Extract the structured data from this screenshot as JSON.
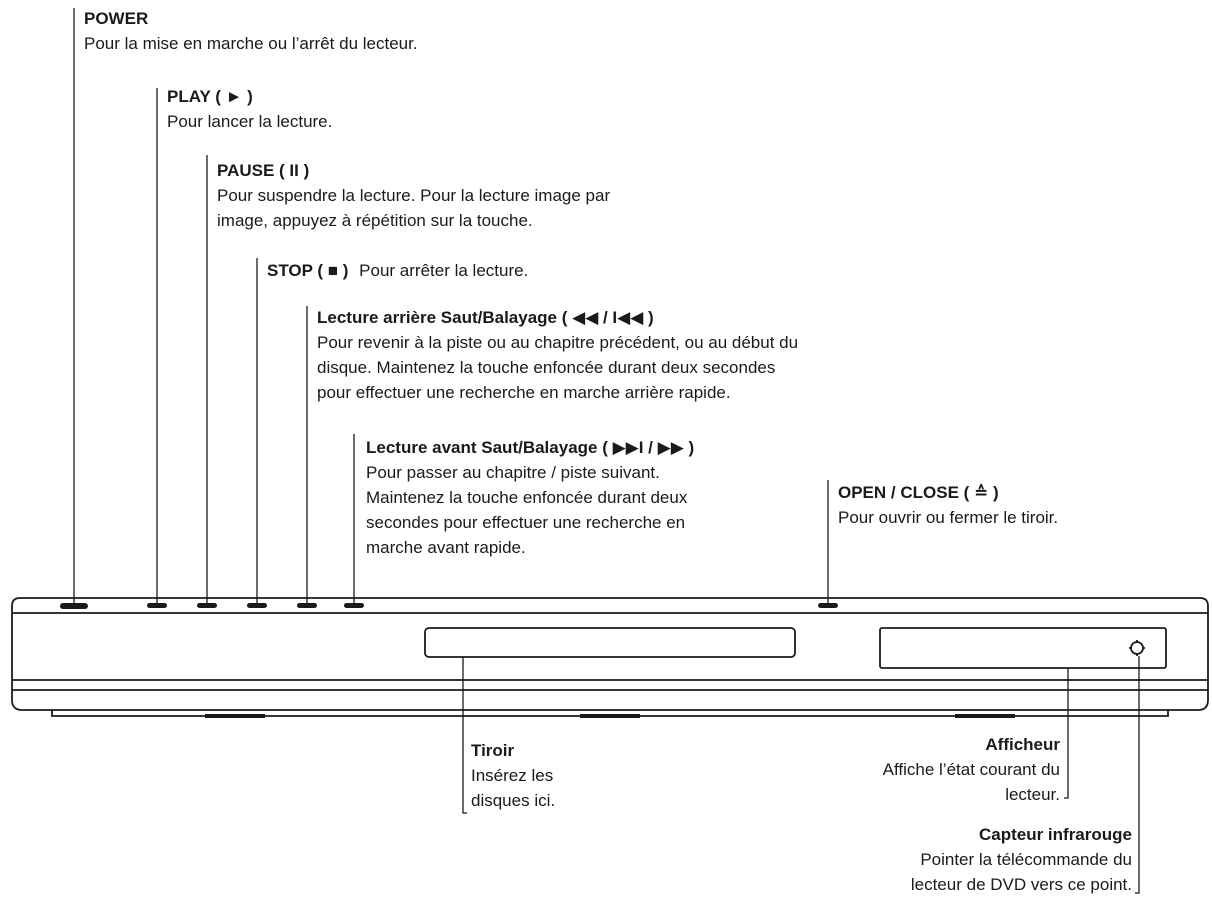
{
  "callouts": {
    "power": {
      "title": "POWER",
      "desc": "Pour la mise en marche ou l’arrêt du lecteur."
    },
    "play": {
      "title": "PLAY ( ► )",
      "desc": "Pour lancer la lecture."
    },
    "pause": {
      "title": "PAUSE ( II )",
      "desc_1": "Pour suspendre la lecture. Pour la lecture image par",
      "desc_2": "image, appuyez à répétition sur la touche."
    },
    "stop": {
      "title": "STOP ( ■ )",
      "desc": "Pour arrêter la lecture."
    },
    "rew": {
      "title": "Lecture arrière Saut/Balayage ( ◀◀ / I◀◀ )",
      "desc_1": "Pour revenir à la piste ou au chapitre précédent, ou au début du",
      "desc_2": "disque. Maintenez la touche enfoncée durant deux secondes",
      "desc_3": "pour effectuer une recherche en marche arrière rapide."
    },
    "fwd": {
      "title": "Lecture avant Saut/Balayage ( ▶▶I / ▶▶ )",
      "desc_1": "Pour passer au chapitre / piste suivant.",
      "desc_2": "Maintenez la touche enfoncée durant deux",
      "desc_3": "secondes pour effectuer une recherche en",
      "desc_4": "marche avant rapide."
    },
    "open_close": {
      "title": "OPEN / CLOSE ( ≙ )",
      "desc": "Pour ouvrir ou fermer le tiroir."
    },
    "tray": {
      "title": "Tiroir",
      "desc_1": "Insérez les",
      "desc_2": "disques ici."
    },
    "display": {
      "title": "Afficheur",
      "desc_1": "Affiche l’état courant du",
      "desc_2": "lecteur."
    },
    "ir_sensor": {
      "title": "Capteur infrarouge",
      "desc_1": "Pointer la télécommande du",
      "desc_2": "lecteur de DVD vers ce point."
    }
  },
  "colors": {
    "ink": "#1a1a1a",
    "background": "#ffffff"
  }
}
